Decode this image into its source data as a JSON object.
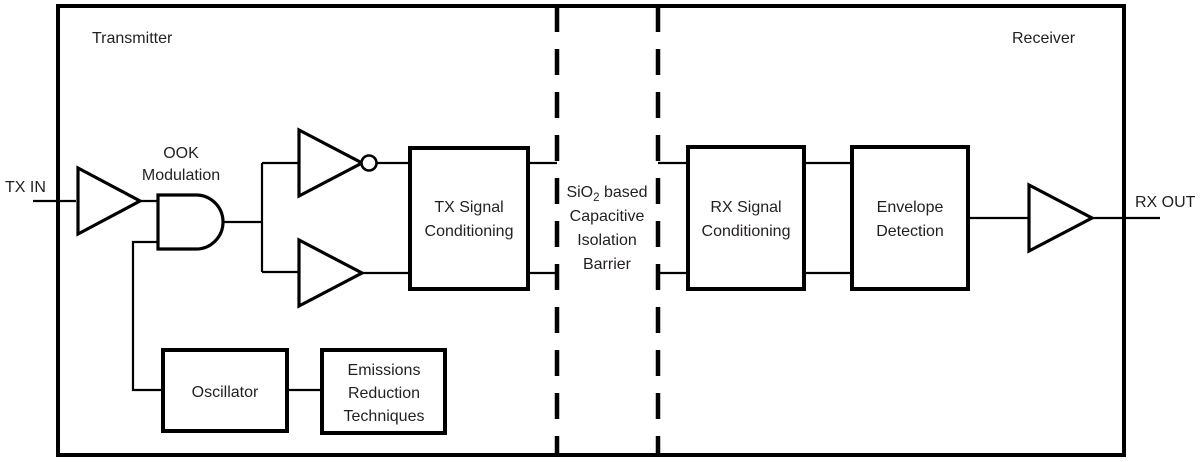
{
  "diagram": {
    "title_regions": {
      "transmitter": "Transmitter",
      "receiver": "Receiver"
    },
    "io_ports": {
      "input": "TX IN",
      "output": "RX OUT"
    },
    "annotations": {
      "ook_line1": "OOK",
      "ook_line2": "Modulation"
    },
    "isolation_barrier": {
      "line1_pre": "SiO",
      "line1_sub": "2",
      "line1_post": " based",
      "line2": "Capacitive",
      "line3": "Isolation",
      "line4": "Barrier"
    },
    "blocks": [
      {
        "id": "tx-signal-conditioning",
        "line1": "TX Signal",
        "line2": "Conditioning"
      },
      {
        "id": "rx-signal-conditioning",
        "line1": "RX Signal",
        "line2": "Conditioning"
      },
      {
        "id": "envelope-detection",
        "line1": "Envelope",
        "line2": "Detection"
      },
      {
        "id": "oscillator",
        "line1": "Oscillator",
        "line2": ""
      },
      {
        "id": "emissions-reduction",
        "line1": "Emissions",
        "line2": "Reduction",
        "line3": "Techniques"
      }
    ],
    "gates": [
      {
        "id": "input-buffer",
        "type": "buffer"
      },
      {
        "id": "and-gate",
        "type": "and"
      },
      {
        "id": "inverter",
        "type": "inverter"
      },
      {
        "id": "driver-buffer",
        "type": "buffer"
      },
      {
        "id": "output-buffer",
        "type": "buffer"
      }
    ],
    "colors": {
      "stroke": "#000000",
      "background": "#ffffff",
      "text": "#231f20"
    }
  }
}
